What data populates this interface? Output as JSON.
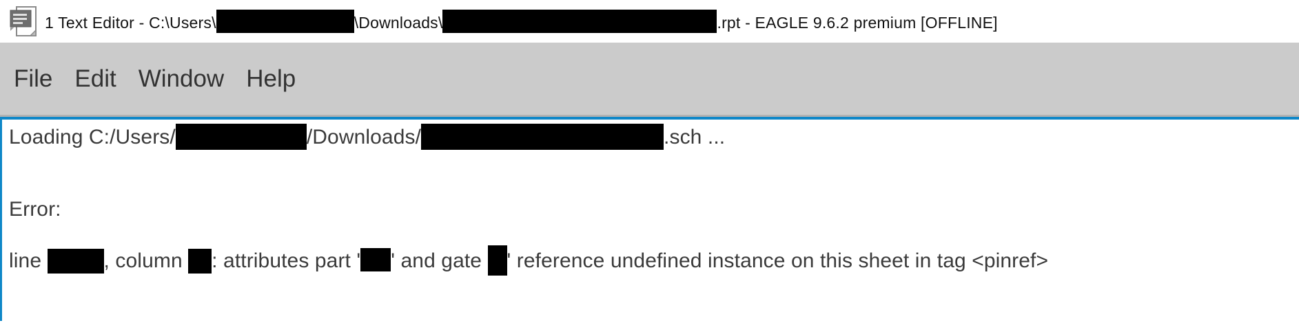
{
  "window": {
    "app_icon": "text-editor-document-icon",
    "title": {
      "before_user": "1 Text Editor - C:\\Users\\",
      "after_user": "\\Downloads\\",
      "after_file": ".rpt - EAGLE 9.6.2 premium [OFFLINE]"
    }
  },
  "menu_bar": {
    "items": [
      {
        "label": "File"
      },
      {
        "label": "Edit"
      },
      {
        "label": "Window"
      },
      {
        "label": "Help"
      }
    ]
  },
  "content": {
    "loading_line": {
      "before_user": "Loading C:/Users/",
      "after_user": "/Downloads/",
      "after_file": ".sch ..."
    },
    "error_label": "Error:",
    "error_line": {
      "p1": "line ",
      "p2": ", column ",
      "p3": ": attributes part '",
      "p4": "' and gate ",
      "p5": "' reference undefined instance on this sheet in tag <pinref>"
    }
  },
  "colors": {
    "accent_blue": "#0f87c8",
    "menu_gray": "#cbcbcb",
    "redaction": "#000000",
    "text": "#3a3a3a"
  }
}
